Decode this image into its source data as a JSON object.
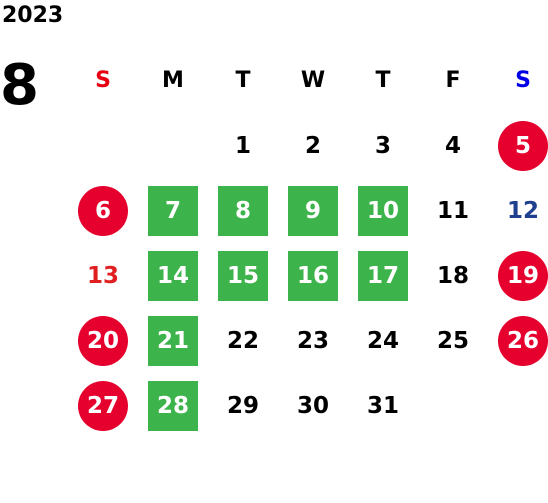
{
  "year": "2023",
  "month": "8",
  "weekdays": [
    "S",
    "M",
    "T",
    "W",
    "T",
    "F",
    "S"
  ],
  "colors": {
    "sunday_header": "#e60012",
    "saturday_header": "#0000e6",
    "holiday_circle": "#e5002d",
    "green_highlight": "#3cb44b",
    "plain_red_text": "#e02020",
    "plain_blue_text": "#1f3f8f"
  },
  "weeks": [
    [
      {
        "day": ""
      },
      {
        "day": ""
      },
      {
        "day": "1",
        "style": "normal"
      },
      {
        "day": "2",
        "style": "normal"
      },
      {
        "day": "3",
        "style": "normal"
      },
      {
        "day": "4",
        "style": "normal"
      },
      {
        "day": "5",
        "style": "circle"
      }
    ],
    [
      {
        "day": "6",
        "style": "circle"
      },
      {
        "day": "7",
        "style": "green"
      },
      {
        "day": "8",
        "style": "green"
      },
      {
        "day": "9",
        "style": "green"
      },
      {
        "day": "10",
        "style": "green"
      },
      {
        "day": "11",
        "style": "normal"
      },
      {
        "day": "12",
        "style": "blue-text"
      }
    ],
    [
      {
        "day": "13",
        "style": "red-text"
      },
      {
        "day": "14",
        "style": "green"
      },
      {
        "day": "15",
        "style": "green"
      },
      {
        "day": "16",
        "style": "green"
      },
      {
        "day": "17",
        "style": "green"
      },
      {
        "day": "18",
        "style": "normal"
      },
      {
        "day": "19",
        "style": "circle"
      }
    ],
    [
      {
        "day": "20",
        "style": "circle"
      },
      {
        "day": "21",
        "style": "green"
      },
      {
        "day": "22",
        "style": "normal"
      },
      {
        "day": "23",
        "style": "normal"
      },
      {
        "day": "24",
        "style": "normal"
      },
      {
        "day": "25",
        "style": "normal"
      },
      {
        "day": "26",
        "style": "circle"
      }
    ],
    [
      {
        "day": "27",
        "style": "circle"
      },
      {
        "day": "28",
        "style": "green"
      },
      {
        "day": "29",
        "style": "normal"
      },
      {
        "day": "30",
        "style": "normal"
      },
      {
        "day": "31",
        "style": "normal"
      },
      {
        "day": ""
      },
      {
        "day": ""
      }
    ]
  ]
}
